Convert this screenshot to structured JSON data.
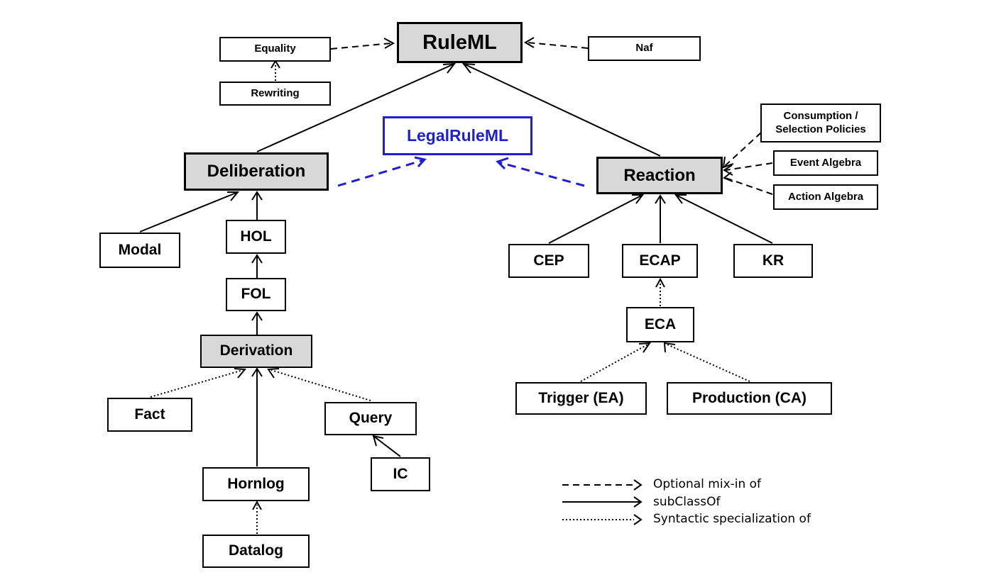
{
  "nodes": {
    "ruleml": "RuleML",
    "equality": "Equality",
    "rewriting": "Rewriting",
    "naf": "Naf",
    "legalruleml": "LegalRuleML",
    "deliberation": "Deliberation",
    "reaction": "Reaction",
    "consumption": "Consumption / Selection Policies",
    "event_algebra": "Event Algebra",
    "action_algebra": "Action Algebra",
    "modal": "Modal",
    "hol": "HOL",
    "fol": "FOL",
    "derivation": "Derivation",
    "fact": "Fact",
    "query": "Query",
    "ic": "IC",
    "hornlog": "Hornlog",
    "datalog": "Datalog",
    "cep": "CEP",
    "ecap": "ECAP",
    "kr": "KR",
    "eca": "ECA",
    "trigger": "Trigger (EA)",
    "production": "Production (CA)"
  },
  "legend": {
    "dashed": "Optional mix-in of",
    "solid": "subClassOf",
    "dotted": "Syntactic specialization of"
  },
  "colors": {
    "highlight": "#1f1fd0",
    "core_fill": "#d8d8d8"
  }
}
